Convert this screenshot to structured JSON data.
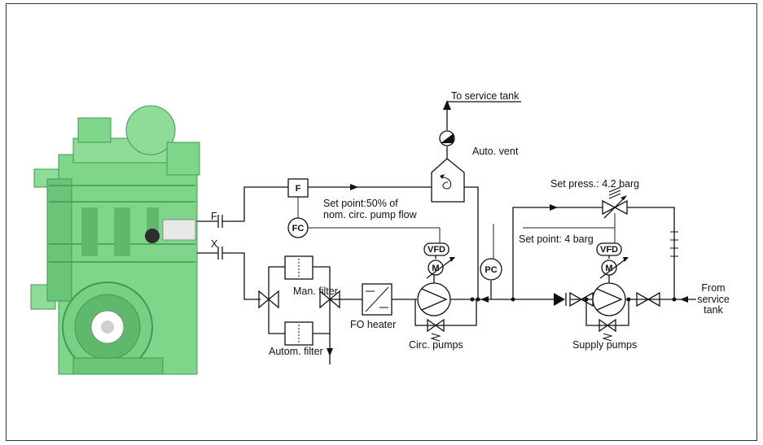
{
  "labels": {
    "to_service_tank": "To service tank",
    "auto_vent": "Auto. vent",
    "set_press": "Set press.: 4.2 barg",
    "set_point_flow_1": "Set point:50% of",
    "set_point_flow_2": "nom. circ. pump flow",
    "set_point_press": "Set point: 4 barg",
    "man_filter": "Man. filter",
    "autom_filter": "Autom. filter",
    "fo_heater": "FO heater",
    "circ_pumps": "Circ. pumps",
    "supply_pumps": "Supply  pumps",
    "from_1": "From",
    "from_2": "service",
    "from_3": "tank",
    "conn_f": "F",
    "conn_x": "X"
  },
  "tags": {
    "flow_meter": "F",
    "flow_controller": "FC",
    "pressure_controller": "PC",
    "vfd_circ": "VFD",
    "vfd_supply": "VFD",
    "motor_circ": "M",
    "motor_supply": "M"
  },
  "colors": {
    "engine_green": "#7fd68a",
    "engine_dark": "#3f9a52",
    "line": "#111111"
  }
}
